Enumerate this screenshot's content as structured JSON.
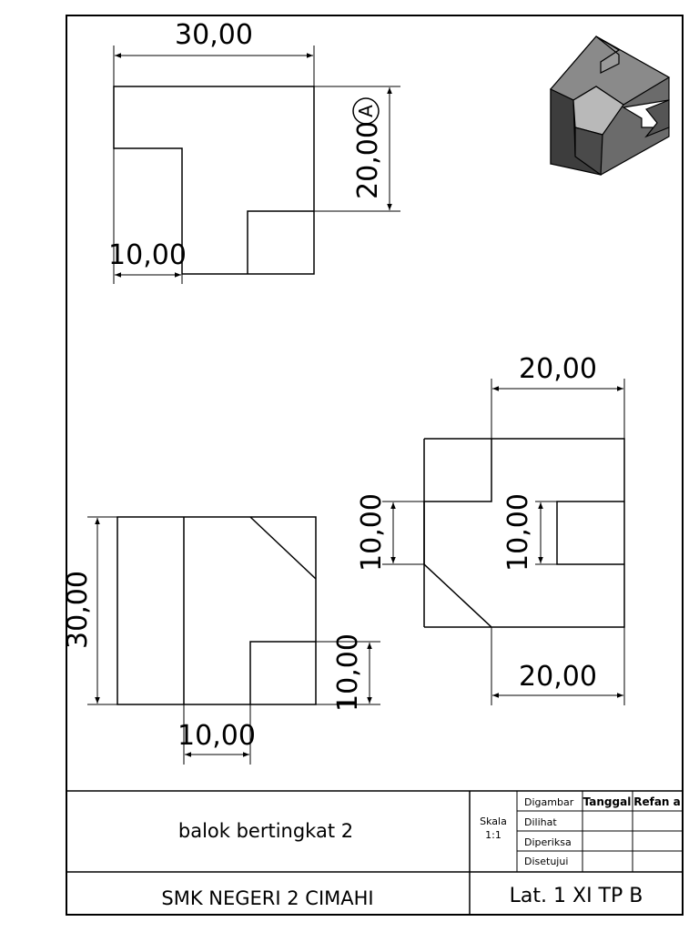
{
  "dimensions": {
    "top_width": "30,00",
    "top_height": "20,00",
    "top_height_marker": "A",
    "top_notch": "10,00",
    "right_width_top": "20,00",
    "right_left_notch": "10,00",
    "right_right_slot": "10,00",
    "right_width_bottom": "20,00",
    "front_height": "30,00",
    "front_step_height": "10,00",
    "front_step_width": "10,00"
  },
  "title_block": {
    "drawing_title": "balok bertingkat 2",
    "school": "SMK NEGERI 2 CIMAHI",
    "scale_label": "Skala",
    "scale_value": "1:1",
    "rows": [
      "Digambar",
      "Dilihat",
      "Diperiksa",
      "Disetujui"
    ],
    "col_date": "Tanggal",
    "col_name": "Refan a",
    "class_code": "Lat. 1 XI TP B"
  },
  "colors": {
    "line": "#000000",
    "iso_top": "#8a8a8a",
    "iso_left": "#3d3d3d",
    "iso_right": "#6b6b6b",
    "iso_light": "#b9b9b9"
  }
}
